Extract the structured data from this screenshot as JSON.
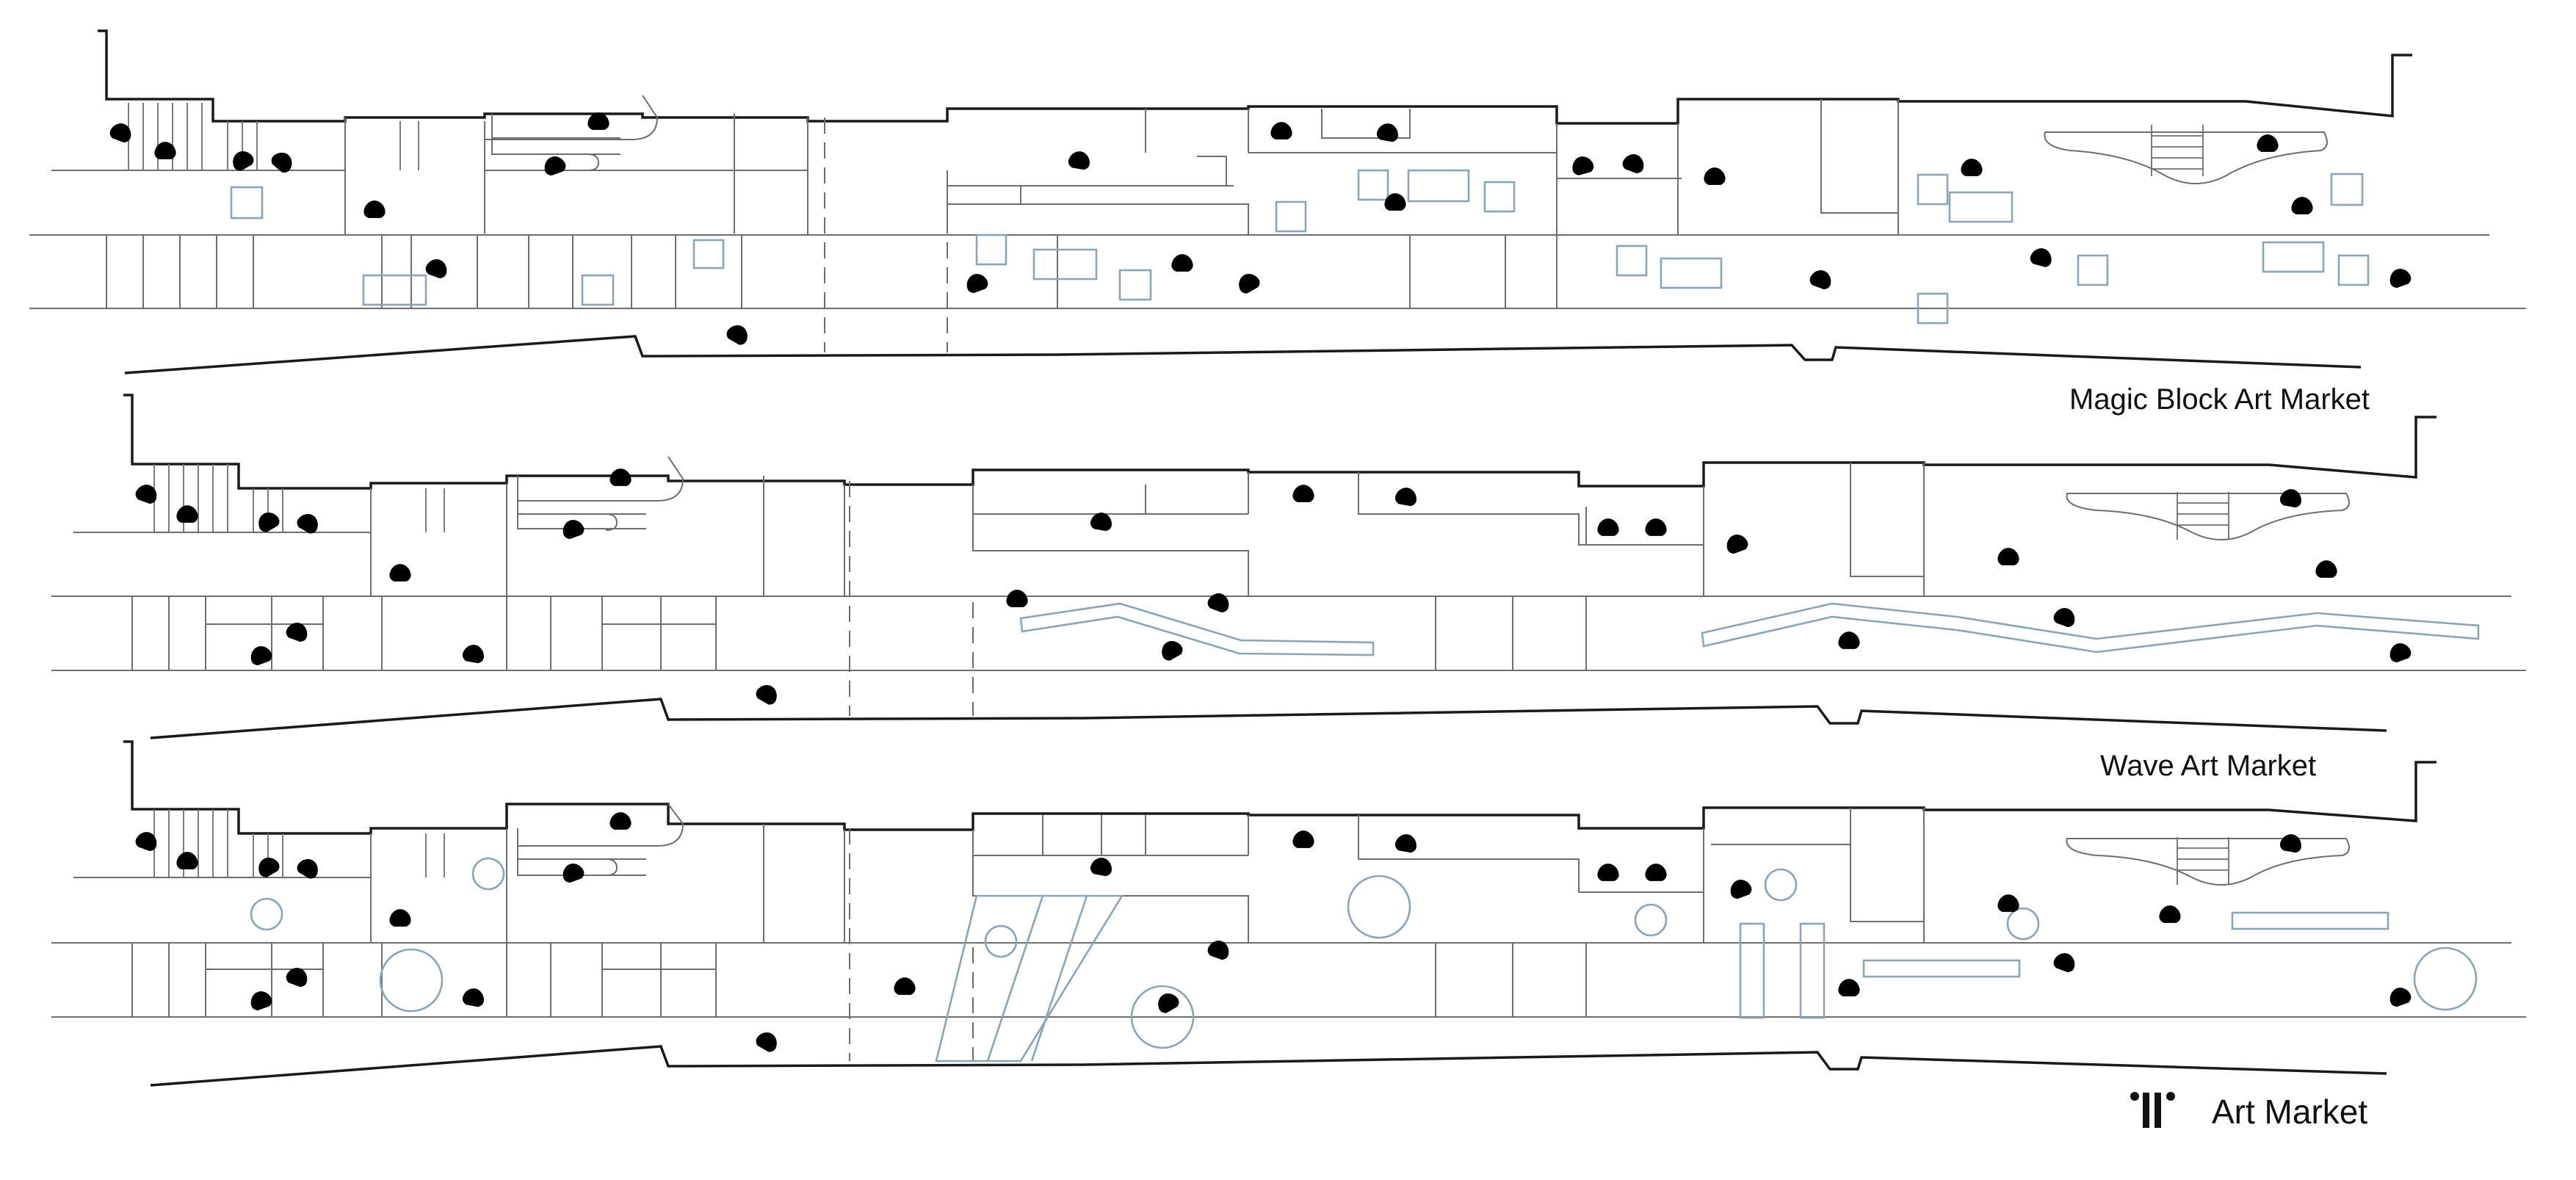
{
  "plans": [
    {
      "id": "plan-1",
      "title": ""
    },
    {
      "id": "plan-2",
      "title": "Magic Block Art Market"
    },
    {
      "id": "plan-3",
      "title": "Wave Art Market"
    }
  ],
  "legend": {
    "logo_icon": "art-market-logo",
    "label": "Art Market"
  },
  "colors": {
    "wall": "#1a1a1a",
    "structure": "#6e6e6e",
    "installation": "#8aa4b8",
    "background": "#ffffff"
  }
}
